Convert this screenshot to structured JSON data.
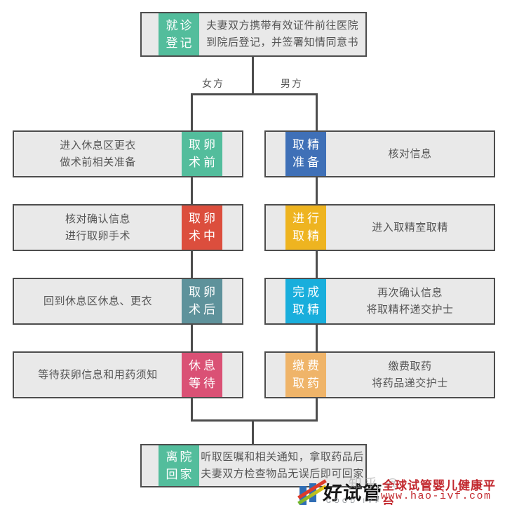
{
  "flowchart": {
    "line_color": "#4d4d4d",
    "box_bg": "#e9e9e9",
    "top": {
      "label": "就诊\n登记",
      "desc": "夫妻双方携带有效证件前往医院\n到院后登记，并签署知情同意书",
      "color": "#53BD9C"
    },
    "branch_labels": {
      "female": "女方",
      "male": "男方"
    },
    "female_steps": [
      {
        "label": "取卵\n术前",
        "desc": "进入休息区更衣\n做术前相关准备",
        "color": "#53BD9C"
      },
      {
        "label": "取卵\n术中",
        "desc": "核对确认信息\n进行取卵手术",
        "color": "#DC4E3D"
      },
      {
        "label": "取卵\n术后",
        "desc": "回到休息区休息、更衣",
        "color": "#5E929B"
      },
      {
        "label": "休息\n等待",
        "desc": "等待获卵信息和用药须知",
        "color": "#DA5175"
      }
    ],
    "male_steps": [
      {
        "label": "取精\n准备",
        "desc": "核对信息",
        "color": "#3F70B7"
      },
      {
        "label": "进行\n取精",
        "desc": "进入取精室取精",
        "color": "#EEB420"
      },
      {
        "label": "完成\n取精",
        "desc": "再次确认信息\n将取精杯递交护士",
        "color": "#19AEDC"
      },
      {
        "label": "缴费\n取药",
        "desc": "缴费取药\n将药品递交护士",
        "color": "#EFB469"
      }
    ],
    "bottom": {
      "label": "离院\n回家",
      "desc": "听取医嘱和相关通知，拿取药品后\n夫妻双方检查物品无误后即可回家",
      "color": "#53BD9C"
    }
  },
  "footer": {
    "brand": "好试管",
    "brand_sub": "GOOD IVF",
    "slogan": "全球试管婴儿健康平台",
    "url": "www.hao-ivf.com",
    "watermark": "知乎 @",
    "accent_red": "#C2272D",
    "logo_blue": "#2F6DB4",
    "logo_stripe_red": "#DD3B2A"
  }
}
